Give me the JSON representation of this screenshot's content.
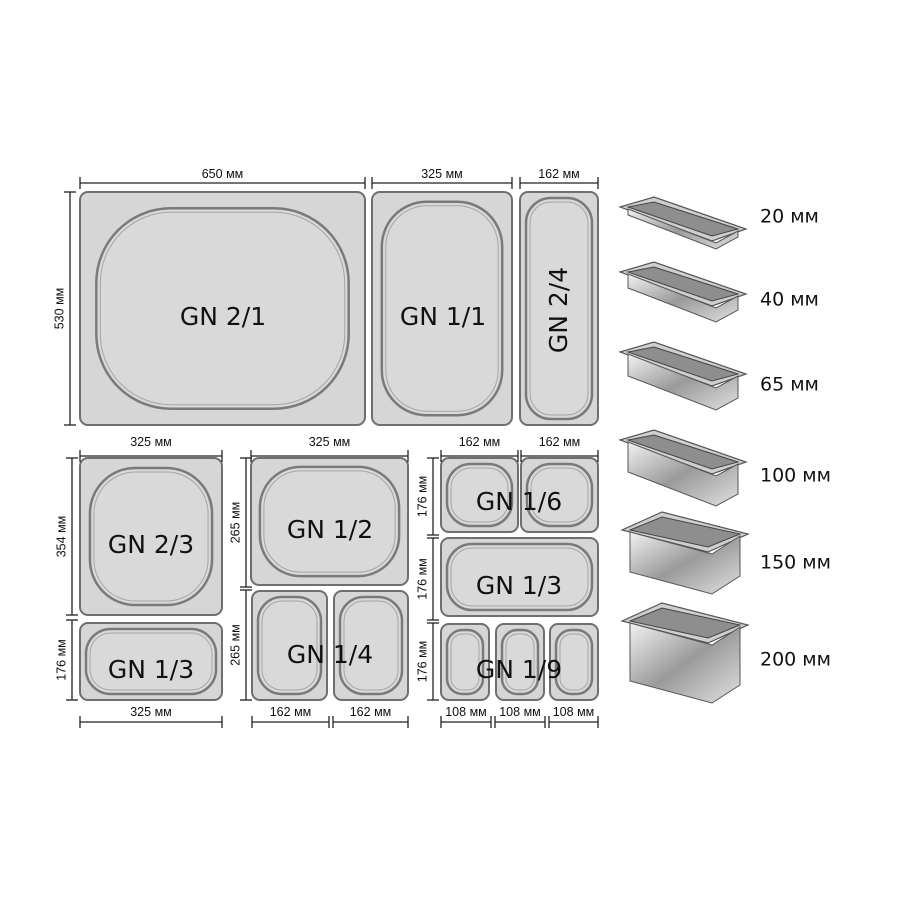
{
  "pans": {
    "gn_2_1": "GN 2/1",
    "gn_1_1": "GN 1/1",
    "gn_2_4": "GN 2/4",
    "gn_2_3": "GN 2/3",
    "gn_1_3_left": "GN 1/3",
    "gn_1_2": "GN 1/2",
    "gn_1_4": "GN 1/4",
    "gn_1_6": "GN 1/6",
    "gn_1_3_right": "GN 1/3",
    "gn_1_9": "GN 1/9"
  },
  "dimensions": {
    "top_650": "650 мм",
    "top_325": "325 мм",
    "top_162": "162 мм",
    "left_530": "530 мм",
    "r2_325_a": "325 мм",
    "r2_325_b": "325 мм",
    "r2_162_a": "162 мм",
    "r2_162_b": "162 мм",
    "v_354": "354 мм",
    "v_176_a": "176 мм",
    "v_265_a": "265 мм",
    "v_265_b": "265 мм",
    "v_176_b": "176 мм",
    "v_176_c": "176 мм",
    "v_176_d": "176 мм",
    "bottom_325": "325 мм",
    "bottom_162_a": "162 мм",
    "bottom_162_b": "162 мм",
    "bottom_108_a": "108 мм",
    "bottom_108_b": "108 мм",
    "bottom_108_c": "108 мм"
  },
  "depths": [
    "20 мм",
    "40 мм",
    "65 мм",
    "100 мм",
    "150 мм",
    "200 мм"
  ]
}
